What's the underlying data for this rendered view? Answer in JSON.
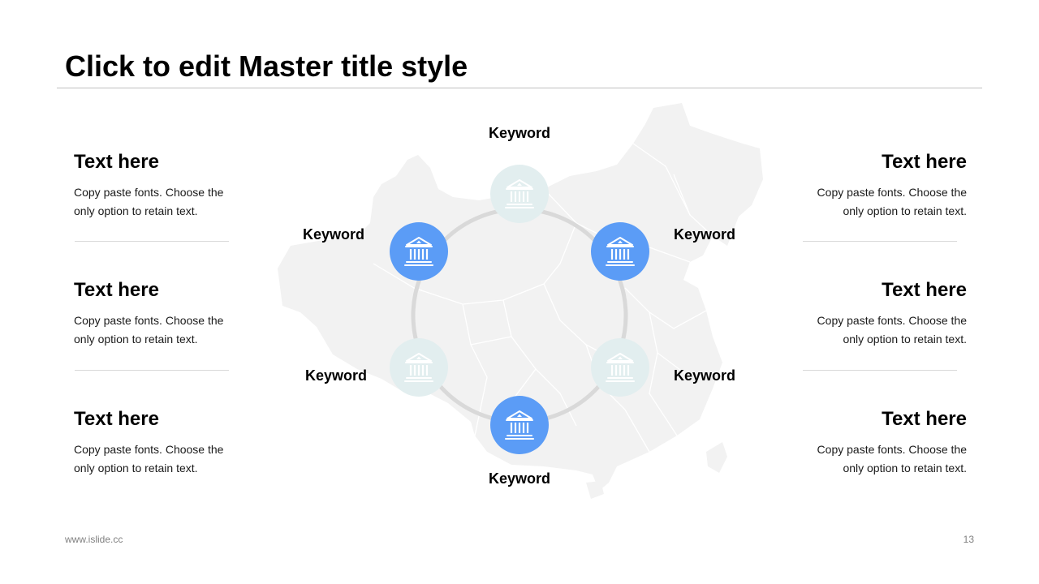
{
  "slide": {
    "title": "Click to edit Master title style",
    "footer_url": "www.islide.cc",
    "page_number": "13"
  },
  "left_blocks": [
    {
      "heading": "Text here",
      "body": "Copy paste fonts. Choose the only option to retain text."
    },
    {
      "heading": "Text here",
      "body": "Copy paste fonts. Choose the only option to retain text."
    },
    {
      "heading": "Text here",
      "body": "Copy paste fonts. Choose the only option to retain text."
    }
  ],
  "right_blocks": [
    {
      "heading": "Text here",
      "body": "Copy paste fonts. Choose the only option to retain text."
    },
    {
      "heading": "Text here",
      "body": "Copy paste fonts. Choose the only option to retain text."
    },
    {
      "heading": "Text here",
      "body": "Copy paste fonts. Choose the only option to retain text."
    }
  ],
  "keywords": [
    {
      "label": "Keyword",
      "style": "pale"
    },
    {
      "label": "Keyword",
      "style": "active"
    },
    {
      "label": "Keyword",
      "style": "pale"
    },
    {
      "label": "Keyword",
      "style": "active"
    },
    {
      "label": "Keyword",
      "style": "pale"
    },
    {
      "label": "Keyword",
      "style": "active"
    }
  ],
  "icon": "bank-building-icon",
  "colors": {
    "active": "#5b9cf6",
    "pale": "#e2eeef",
    "ring": "#d9d9d9",
    "map": "#f2f2f2"
  }
}
